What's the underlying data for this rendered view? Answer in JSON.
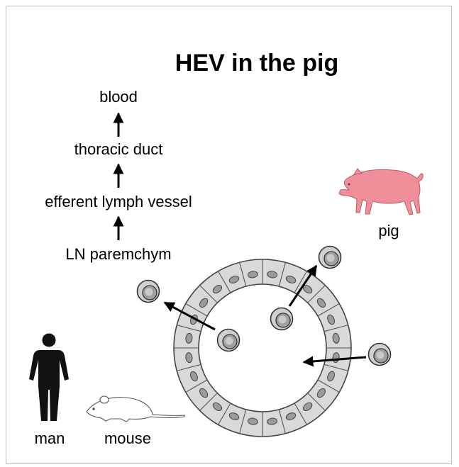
{
  "title": "HEV in the pig",
  "pathway": {
    "steps": [
      "blood",
      "thoracic duct",
      "efferent lymph vessel",
      "LN paremchym"
    ]
  },
  "species": {
    "pig": "pig",
    "man": "man",
    "mouse": "mouse"
  },
  "colors": {
    "pig": "#ee8f9a",
    "cell_fill": "#d9d9d9",
    "nucleus": "#9b9b9b",
    "outline": "#333333"
  },
  "icons": [
    "pig-icon",
    "man-icon",
    "mouse-icon",
    "lymphocyte-icon",
    "arrow-icon"
  ]
}
